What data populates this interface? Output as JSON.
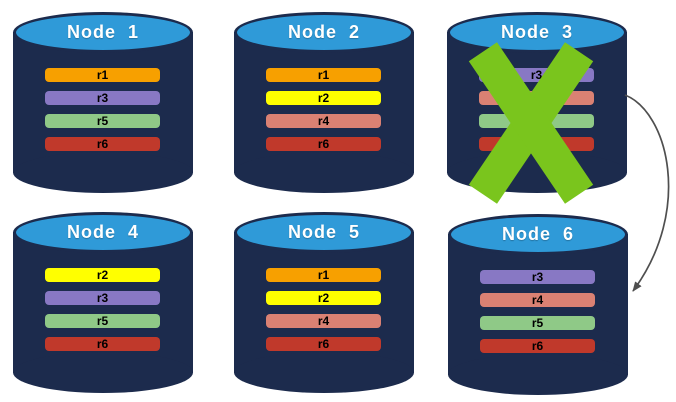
{
  "colors": {
    "cylinder_body": "#1C2B4D",
    "cylinder_top": "#2F9AD8",
    "fail_x": "#7AC51D",
    "arrow": "#4F4F4F",
    "replica_orange": "#F7A000",
    "replica_yellow": "#FFFF00",
    "replica_purple": "#8878C4",
    "replica_salmon": "#DA8173",
    "replica_green": "#8FC987",
    "replica_red": "#C0392B"
  },
  "nodes": [
    {
      "title": "Node 1",
      "replicas": [
        {
          "label": "r1",
          "color": "#F7A000"
        },
        {
          "label": "r3",
          "color": "#8878C4"
        },
        {
          "label": "r5",
          "color": "#8FC987"
        },
        {
          "label": "r6",
          "color": "#C0392B"
        }
      ]
    },
    {
      "title": "Node 2",
      "replicas": [
        {
          "label": "r1",
          "color": "#F7A000"
        },
        {
          "label": "r2",
          "color": "#FFFF00"
        },
        {
          "label": "r4",
          "color": "#DA8173"
        },
        {
          "label": "r6",
          "color": "#C0392B"
        }
      ]
    },
    {
      "title": "Node 3",
      "failed": true,
      "replicas": [
        {
          "label": "r3",
          "color": "#8878C4"
        },
        {
          "label": "r4",
          "color": "#DA8173"
        },
        {
          "label": "r5",
          "color": "#8FC987"
        },
        {
          "label": "r6",
          "color": "#C0392B"
        }
      ]
    },
    {
      "title": "Node 4",
      "replicas": [
        {
          "label": "r2",
          "color": "#FFFF00"
        },
        {
          "label": "r3",
          "color": "#8878C4"
        },
        {
          "label": "r5",
          "color": "#8FC987"
        },
        {
          "label": "r6",
          "color": "#C0392B"
        }
      ]
    },
    {
      "title": "Node 5",
      "replicas": [
        {
          "label": "r1",
          "color": "#F7A000"
        },
        {
          "label": "r2",
          "color": "#FFFF00"
        },
        {
          "label": "r4",
          "color": "#DA8173"
        },
        {
          "label": "r6",
          "color": "#C0392B"
        }
      ]
    },
    {
      "title": "Node 6",
      "replicas": [
        {
          "label": "r3",
          "color": "#8878C4"
        },
        {
          "label": "r4",
          "color": "#DA8173"
        },
        {
          "label": "r5",
          "color": "#8FC987"
        },
        {
          "label": "r6",
          "color": "#C0392B"
        }
      ]
    }
  ],
  "arrow": {
    "from": "Node 3",
    "to": "Node 6",
    "color": "#4F4F4F"
  }
}
